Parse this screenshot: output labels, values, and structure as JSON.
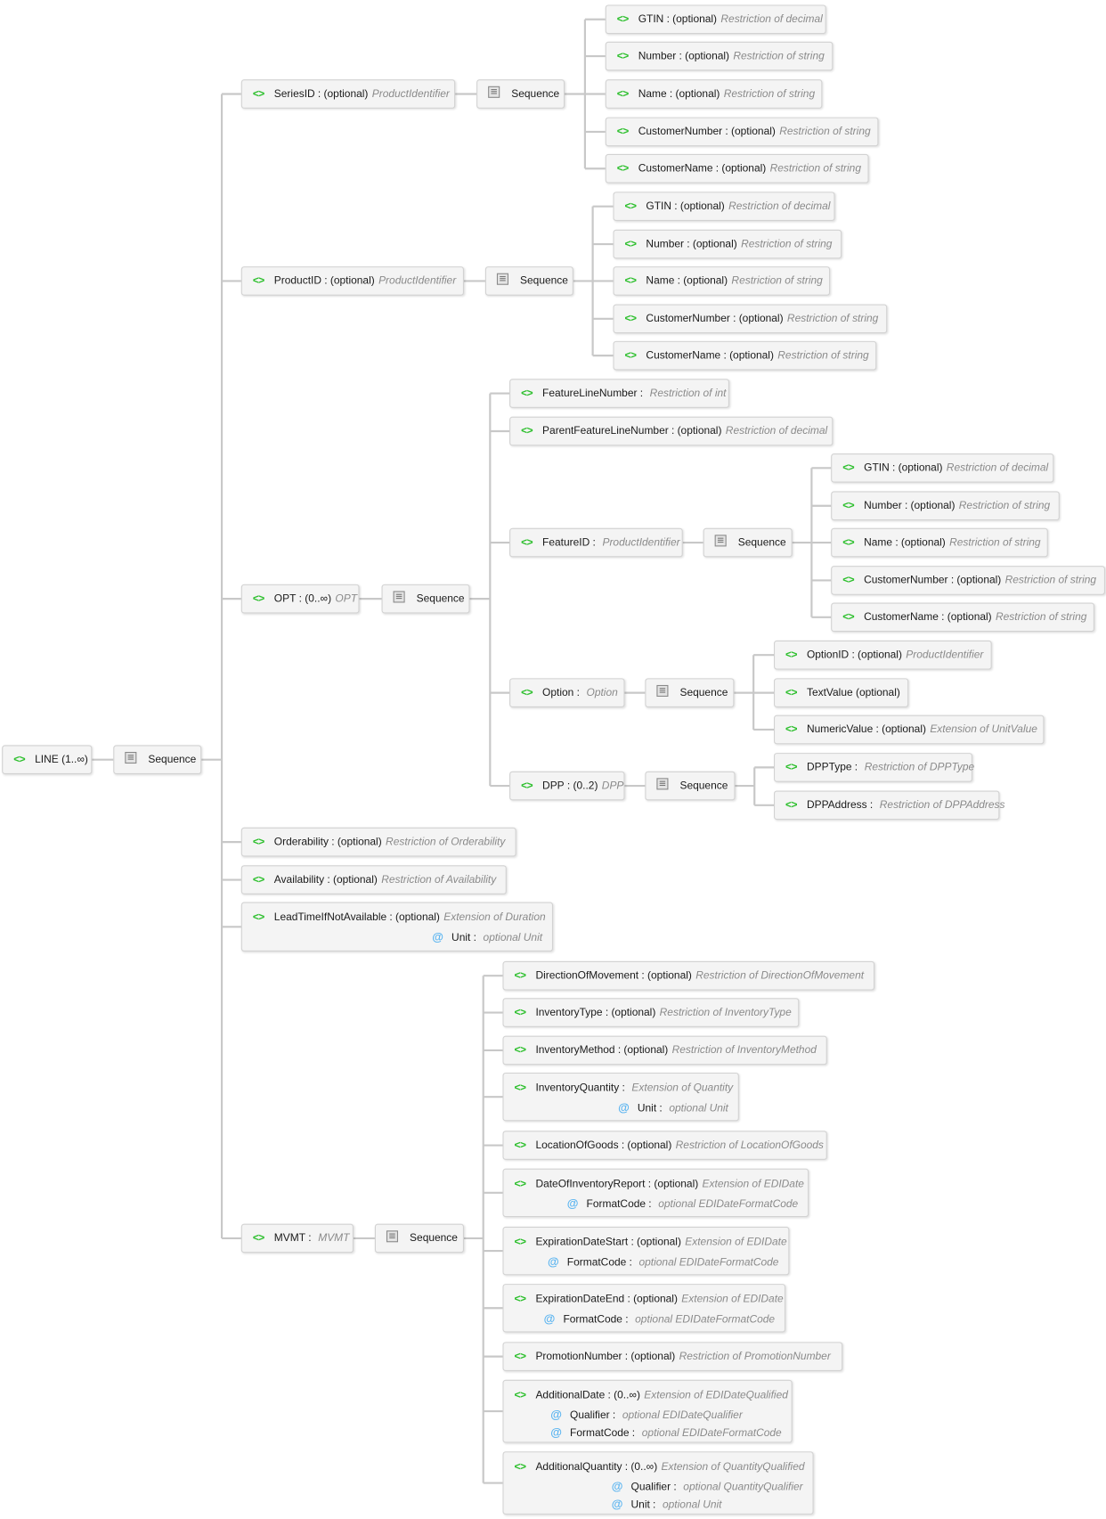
{
  "colors": {
    "element_icon": "#2cbf2c",
    "attribute_icon": "#5ab4f0",
    "type_text": "#8a8a8a",
    "connector": "#c8c8c8"
  },
  "icons": {
    "element": "<>",
    "attribute": "@",
    "sequence": "sequence-icon"
  },
  "nodes": [
    {
      "kind": "element",
      "name": "LINE",
      "occurs": "(1..∞)"
    },
    {
      "kind": "sequence",
      "label": "Sequence"
    },
    {
      "kind": "element",
      "name": "SeriesID",
      "sep": ":",
      "occurs": "(optional)",
      "type": "ProductIdentifier"
    },
    {
      "kind": "sequence",
      "label": "Sequence"
    },
    {
      "kind": "element",
      "name": "GTIN",
      "sep": ":",
      "occurs": "(optional)",
      "type": "Restriction of decimal"
    },
    {
      "kind": "element",
      "name": "Number",
      "sep": ":",
      "occurs": "(optional)",
      "type": "Restriction of string"
    },
    {
      "kind": "element",
      "name": "Name",
      "sep": ":",
      "occurs": "(optional)",
      "type": "Restriction of string"
    },
    {
      "kind": "element",
      "name": "CustomerNumber",
      "sep": ":",
      "occurs": "(optional)",
      "type": "Restriction of string"
    },
    {
      "kind": "element",
      "name": "CustomerName",
      "sep": ":",
      "occurs": "(optional)",
      "type": "Restriction of string"
    },
    {
      "kind": "element",
      "name": "ProductID",
      "sep": ":",
      "occurs": "(optional)",
      "type": "ProductIdentifier"
    },
    {
      "kind": "sequence",
      "label": "Sequence"
    },
    {
      "kind": "element",
      "name": "GTIN",
      "sep": ":",
      "occurs": "(optional)",
      "type": "Restriction of decimal"
    },
    {
      "kind": "element",
      "name": "Number",
      "sep": ":",
      "occurs": "(optional)",
      "type": "Restriction of string"
    },
    {
      "kind": "element",
      "name": "Name",
      "sep": ":",
      "occurs": "(optional)",
      "type": "Restriction of string"
    },
    {
      "kind": "element",
      "name": "CustomerNumber",
      "sep": ":",
      "occurs": "(optional)",
      "type": "Restriction of string"
    },
    {
      "kind": "element",
      "name": "CustomerName",
      "sep": ":",
      "occurs": "(optional)",
      "type": "Restriction of string"
    },
    {
      "kind": "element",
      "name": "OPT",
      "sep": ":",
      "occurs": "(0..∞)",
      "type": "OPT"
    },
    {
      "kind": "sequence",
      "label": "Sequence"
    },
    {
      "kind": "element",
      "name": "FeatureLineNumber",
      "sep": ":",
      "type": "Restriction of int"
    },
    {
      "kind": "element",
      "name": "ParentFeatureLineNumber",
      "sep": ":",
      "occurs": "(optional)",
      "type": "Restriction of decimal"
    },
    {
      "kind": "element",
      "name": "FeatureID",
      "sep": ":",
      "type": "ProductIdentifier"
    },
    {
      "kind": "sequence",
      "label": "Sequence"
    },
    {
      "kind": "element",
      "name": "GTIN",
      "sep": ":",
      "occurs": "(optional)",
      "type": "Restriction of decimal"
    },
    {
      "kind": "element",
      "name": "Number",
      "sep": ":",
      "occurs": "(optional)",
      "type": "Restriction of string"
    },
    {
      "kind": "element",
      "name": "Name",
      "sep": ":",
      "occurs": "(optional)",
      "type": "Restriction of string"
    },
    {
      "kind": "element",
      "name": "CustomerNumber",
      "sep": ":",
      "occurs": "(optional)",
      "type": "Restriction of string"
    },
    {
      "kind": "element",
      "name": "CustomerName",
      "sep": ":",
      "occurs": "(optional)",
      "type": "Restriction of string"
    },
    {
      "kind": "element",
      "name": "Option",
      "sep": ":",
      "type": "Option"
    },
    {
      "kind": "sequence",
      "label": "Sequence"
    },
    {
      "kind": "element",
      "name": "OptionID",
      "sep": ":",
      "occurs": "(optional)",
      "type": "ProductIdentifier"
    },
    {
      "kind": "element",
      "name": "TextValue",
      "occurs": "(optional)"
    },
    {
      "kind": "element",
      "name": "NumericValue",
      "sep": ":",
      "occurs": "(optional)",
      "type": "Extension of UnitValue"
    },
    {
      "kind": "element",
      "name": "DPP",
      "sep": ":",
      "occurs": "(0..2)",
      "type": "DPP"
    },
    {
      "kind": "sequence",
      "label": "Sequence"
    },
    {
      "kind": "element",
      "name": "DPPType",
      "sep": ":",
      "type": "Restriction of DPPType"
    },
    {
      "kind": "element",
      "name": "DPPAddress",
      "sep": ":",
      "type": "Restriction of DPPAddress"
    },
    {
      "kind": "element",
      "name": "Orderability",
      "sep": ":",
      "occurs": "(optional)",
      "type": "Restriction of Orderability"
    },
    {
      "kind": "element",
      "name": "Availability",
      "sep": ":",
      "occurs": "(optional)",
      "type": "Restriction of Availability"
    },
    {
      "kind": "element",
      "name": "LeadTimeIfNotAvailable",
      "sep": ":",
      "occurs": "(optional)",
      "type": "Extension of Duration",
      "attrs": [
        {
          "name": "Unit",
          "sep": ":",
          "type": "optional Unit"
        }
      ]
    },
    {
      "kind": "element",
      "name": "MVMT",
      "sep": ":",
      "type": "MVMT"
    },
    {
      "kind": "sequence",
      "label": "Sequence"
    },
    {
      "kind": "element",
      "name": "DirectionOfMovement",
      "sep": ":",
      "occurs": "(optional)",
      "type": "Restriction of DirectionOfMovement"
    },
    {
      "kind": "element",
      "name": "InventoryType",
      "sep": ":",
      "occurs": "(optional)",
      "type": "Restriction of InventoryType"
    },
    {
      "kind": "element",
      "name": "InventoryMethod",
      "sep": ":",
      "occurs": "(optional)",
      "type": "Restriction of InventoryMethod"
    },
    {
      "kind": "element",
      "name": "InventoryQuantity",
      "sep": ":",
      "type": "Extension of Quantity",
      "attrs": [
        {
          "name": "Unit",
          "sep": ":",
          "type": "optional Unit"
        }
      ]
    },
    {
      "kind": "element",
      "name": "LocationOfGoods",
      "sep": ":",
      "occurs": "(optional)",
      "type": "Restriction of LocationOfGoods"
    },
    {
      "kind": "element",
      "name": "DateOfInventoryReport",
      "sep": ":",
      "occurs": "(optional)",
      "type": "Extension of EDIDate",
      "attrs": [
        {
          "name": "FormatCode",
          "sep": ":",
          "type": "optional EDIDateFormatCode"
        }
      ]
    },
    {
      "kind": "element",
      "name": "ExpirationDateStart",
      "sep": ":",
      "occurs": "(optional)",
      "type": "Extension of EDIDate",
      "attrs": [
        {
          "name": "FormatCode",
          "sep": ":",
          "type": "optional EDIDateFormatCode"
        }
      ]
    },
    {
      "kind": "element",
      "name": "ExpirationDateEnd",
      "sep": ":",
      "occurs": "(optional)",
      "type": "Extension of EDIDate",
      "attrs": [
        {
          "name": "FormatCode",
          "sep": ":",
          "type": "optional EDIDateFormatCode"
        }
      ]
    },
    {
      "kind": "element",
      "name": "PromotionNumber",
      "sep": ":",
      "occurs": "(optional)",
      "type": "Restriction of PromotionNumber"
    },
    {
      "kind": "element",
      "name": "AdditionalDate",
      "sep": ":",
      "occurs": "(0..∞)",
      "type": "Extension of EDIDateQualified",
      "attrs": [
        {
          "name": "Qualifier",
          "sep": ":",
          "type": "optional EDIDateQualifier"
        },
        {
          "name": "FormatCode",
          "sep": ":",
          "type": "optional EDIDateFormatCode"
        }
      ]
    },
    {
      "kind": "element",
      "name": "AdditionalQuantity",
      "sep": ":",
      "occurs": "(0..∞)",
      "type": "Extension of QuantityQualified",
      "attrs": [
        {
          "name": "Qualifier",
          "sep": ":",
          "type": "optional QuantityQualifier"
        },
        {
          "name": "Unit",
          "sep": ":",
          "type": "optional Unit"
        }
      ]
    }
  ]
}
